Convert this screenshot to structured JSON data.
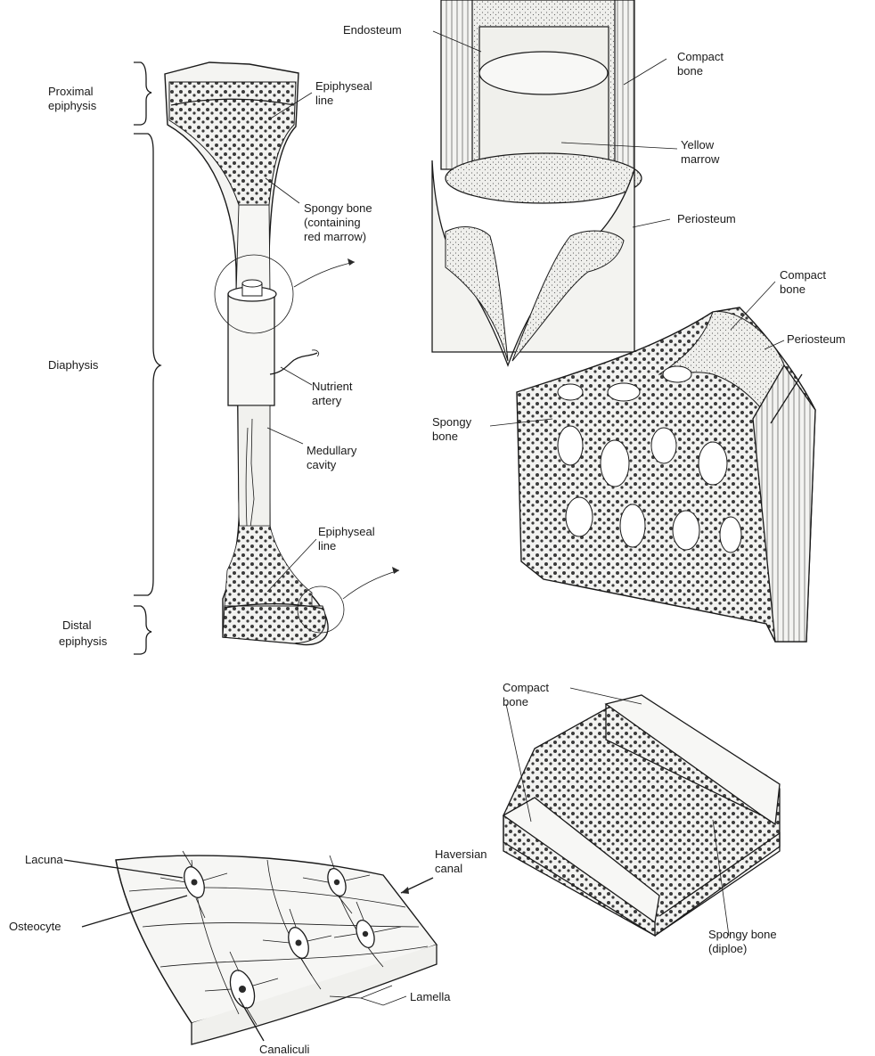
{
  "long_bone": {
    "proximal_epiphysis": [
      "Proximal",
      "epiphysis"
    ],
    "diaphysis": "Diaphysis",
    "distal_epiphysis": [
      "Distal",
      "epiphysis"
    ],
    "epiphyseal_line_top": [
      "Epiphyseal",
      "line"
    ],
    "spongy_bone": [
      "Spongy bone",
      "(containing",
      "red marrow)"
    ],
    "nutrient_artery": [
      "Nutrient",
      "artery"
    ],
    "medullary_cavity": [
      "Medullary",
      "cavity"
    ],
    "epiphyseal_line_bottom": [
      "Epiphyseal",
      "line"
    ]
  },
  "shaft_section": {
    "endosteum": "Endosteum",
    "compact_bone": [
      "Compact",
      "bone"
    ],
    "yellow_marrow": [
      "Yellow",
      "marrow"
    ],
    "periosteum": "Periosteum"
  },
  "spongy_block": {
    "compact_bone": [
      "Compact",
      "bone"
    ],
    "periosteum": "Periosteum",
    "spongy_bone": [
      "Spongy",
      "bone"
    ]
  },
  "flat_bone": {
    "compact_bone": [
      "Compact",
      "bone"
    ],
    "spongy_bone": [
      "Spongy bone",
      "(diploe)"
    ]
  },
  "osteon": {
    "lacuna": "Lacuna",
    "osteocyte": "Osteocyte",
    "haversian_canal": [
      "Haversian",
      "canal"
    ],
    "lamella": "Lamella",
    "canaliculi": "Canaliculi"
  }
}
